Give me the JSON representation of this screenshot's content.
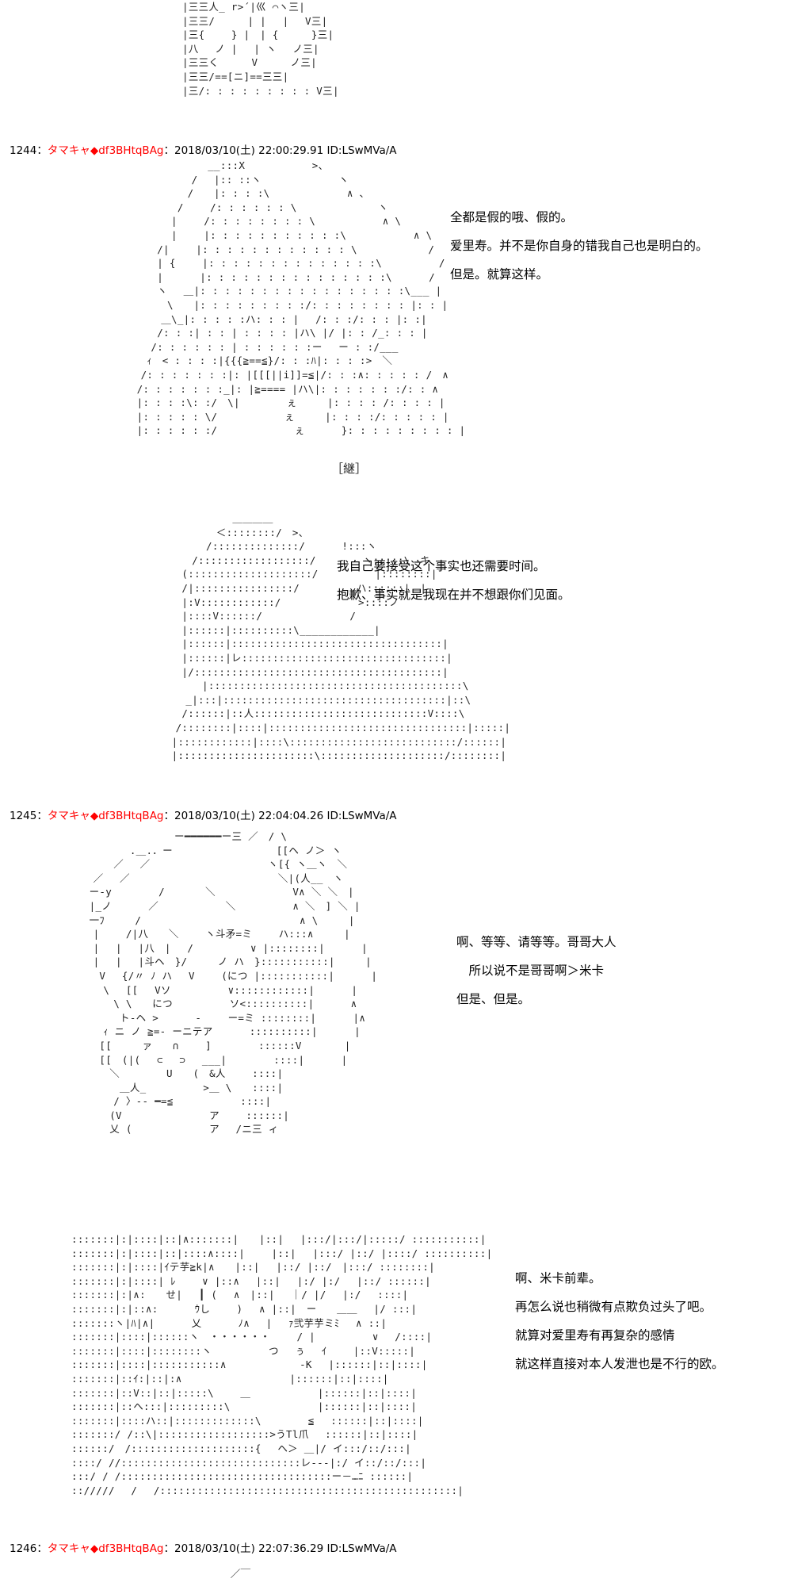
{
  "colors": {
    "name": "#ff0000",
    "text": "#000000",
    "art": "#222222"
  },
  "posts": [
    {
      "number": "1244",
      "sep": "：",
      "name": "タマキャ",
      "trip": "◆df3BHtqBAg",
      "date": "：2018/03/10(土) 22:00:29.91",
      "uid": "ID:LSwMVa/A"
    },
    {
      "number": "1245",
      "sep": "：",
      "name": "タマキャ",
      "trip": "◆df3BHtqBAg",
      "date": "：2018/03/10(土) 22:04:04.26",
      "uid": "ID:LSwMVa/A"
    },
    {
      "number": "1246",
      "sep": "：",
      "name": "タマキャ",
      "trip": "◆df3BHtqBAg",
      "date": "：2018/03/10(土) 22:07:36.29",
      "uid": "ID:LSwMVa/A"
    }
  ],
  "dialogues": {
    "d1": [
      "全都是假的哦、假的。",
      "爱里寿。并不是你自身的错我自己也是明白的。",
      "但是。就算这样。"
    ],
    "d2": [
      "我自己要接受这个事实也还需要时间。",
      "抱歉、事实就是我现在并不想跟你们见面。"
    ],
    "d3": [
      "啊、等等、请等等。哥哥大人",
      "　所以说不是哥哥啊＞米卡",
      "但是、但是。"
    ],
    "d4": [
      "啊、米卡前辈。",
      "再怎么说也稍微有点欺负过头了吧。",
      "就算对爱里寿有再复杂的感情",
      "就这样直接对本人发泄也是不行的欧。"
    ]
  },
  "tag_continue": "［継］",
  "art": {
    "a0": "|三三人_ r>´|巛 ⌒ヽ三|\n|三三/　 　 | |　 |　 V三|\n|三{　　 } |　| {　 　 }三|\n|八　 ノ |　 | ヽ　 ノ三|\n|三三く　 　 V　 　 ノ三|\n|三三/==[ニ]==三三|\n|三/: : : : : : : : : V三|",
    "a1": "　　　　　　　　 __:::X　　　　　　 >、\n　　　　　　　/ 　|:: ::ヽ　　　　　　　 ヽ\n　　　　　　 /　　|: : : :\\　　　　　　　 ∧ 、\n　　　　　 /　　 /: : : : : : \\　　　　　　　　ヽ\n　　　　　|　　 /: : : : : : : : \\　　　　　　 ∧ \\\n　　　　　|　　 |: : : : : : : : : : :\\　　　　　　 ∧ \\\n　　　 /|　　 |: : : : : : : : : : : : \\　　　　　　　/\n　　　 | {　　 |: : : : : : : : : : : : : :\\　　　　　 /\n　　　 |　　 　|: : : : : : : : : : : : : : :\\　　　 /\n　　　 ヽ　 ＿|: : : : : : : : : : : : : : : : :\\___ |\n　　　　 \\　　|: : : : : : : : :/: : : : : : : : |: : |\n　　　　＿\\_|: : : : :ハ: : : |　 /: : :/: : : |: :|\n　　　 /: : :| : : | : : : : |ハ\\ |/ |: : /_: : : |\n　　　/: : : : : : | : : : : : :ー　 ー : :/___\n　　 ｨ　< : : : :|{{{≧==≦}/: : :ﾊ|: : : :>　＼\n　　/: : : : : : :|: |[[[||i]]=≦|/: : :∧: : : : : /　∧\n　 /: : : : : : :_|: |≧==== |ハ\\|: : : : : : :/: : ∧\n　 |: : : :\\: :/　\\|　　　　 ぇ　　　|: : : : /: : : : |\n　 |: : : : : \\/　　　　　　 ぇ　　　|: : : :/: : : : : |\n　 |: : : : : :/　　　　　　　 ぇ　　　 }: : : : : : : : : |",
    "a2": "　　　　　　　 ＿＿＿＿\n　　　　　　＜::::::::/　>、\n　　　　　/::::::::::::::/　　　 !:::ヽ\n　　　 /::::::::::::::::::/　　　　 ヽ:::::\\　キ\n　　 (::::::::::::::::::::/　　　　　 |::::::::|\n　　 /|::::::::::::::::/　　　　　 ハ::::::|　|\n　　 |:V::::::::::::/　　　　　　　 >::::ノ\n　　 |::::V::::::/　　　　　　　　 /\n　　 |::::::|::::::::::\\____________|\n　　 |::::::|::::::::::::::::::::::::::::::::::|\n　　 |::::::|レ:::::::::::::::::::::::::::::::::|\n　　 |/::::::::::::::::::::::::::::::::::::::::|\n　　　　 |:::::::::::::::::::::::::::::::::::::::::\\\n　　　_|:::|::::::::::::::::::::::::::::::::::::|::\\\n　　 /::::::|::人::::::::::::::::::::::::::::V::::\\\n　　/::::::::|::::|::::::::::::::::::::::::::::::::|:::::|\n　 |::::::::::::|::::\\:::::::::::::::::::::::::::/::::::|\n　 |::::::::::::::::::::::\\::::::::::::::::::::/::::::::|",
    "a3": "　　　　　　　　　　ー━━━━━━ー三 ／　/ \\\n　　　　　 .＿.．ー 　　　　　　　　　 [[ヘ ノ＞ ヽ\n　　　　／　 ／　　　　　　　　　　　 ヽ[{ ヽ＿ヽ　＼\n　　／　 ／　　　　　　　　　　　　　　 ＼|(人__　ヽ\n　 ー-y　　　　 /　　　　＼　　　　　　　 V∧ ＼ ＼　|\n　 |_ノ　　　 ／　　　　　　 ＼　　　　　 ∧ ＼　] ＼ |\n　 一ﾌ　　　/　　　　　　　　　　　　　　　 ∧ \\　　　|\n　　|　　 /|八　　＼　　 ヽ斗矛=ミ　　 ハ:::∧　　　|\n　　|　 |　 |八　|　 /　　　　　 ∨ |::::::::|　　　 |\n　　|　 |　 |斗ヘ　}/　　　ノ ハ　}:::::::::::|　　　|\n　　 V　 {/〃 ﾉ ハ　 V　　 (につ |:::::::::::|　　　 |\n　　　\\　 [[　 Vソ　　　　　 ∨::::::::::::|　　　 |\n　　　　\\ \\　　につ　　　　　 ソ<::::::::::|　　　 ∧\n　　　　 ト-ヘ >　　　 -　　 ー=ミ ::::::::|　　　 |∧\n　　　ｨ ニ ノ ≧=- ーニテア　　　 ::::::::::|　　 　|\n　　 [[　　　ァ　　∩　　 ]　　　　 ::::::V　 　 　|\n　　 [[　(|(　 ⊂　 ⊃　 ___|　　　　 ::::|　　　 |\n　　　 ＼　　　　 U　　(　&人　　 ::::|\n　　　　 ＿人_　　　　　 >＿ \\　　::::|\n　　　　/ 〉-- ━=≦　　　　　　 ::::|\n　　　 (V　　　　　　　　 ア　　 ::::::|\n　　　 乂 (　　　　　　　 ア　 /ニ三 ィ",
    "a4": ":::::::|:|::::|::|∧:::::::|　　|::|　 |:::/|:::/|:::::/ :::::::::::|\n:::::::|:|::::|::|::::∧::::|　　 |::|　 |:::/ |::/ |::::/ ::::::::::|\n:::::::|:|::::|ｲテ芋≧k|∧　　|::|　 |::/ |::/　|:::/ ::::::::|\n:::::::|:|::::| ﾚ　　 ∨ |::∧　 |::|　 |:/ |:/　 |::/ ::::::|\n:::::::|:|∧:　　せ|　 ┃ (　 ∧　|::|　 ｜/ |/　 |:/　 ::::|\n:::::::|:|::∧:　　　 ｳし　　 )　 ∧ |::|　ー　　＿＿　 |/ :::|\n:::::::ヽ|ﾊ|∧|　　　 乂　　　 ﾉ∧　 |　 ｧ弐芋芋ミﾐ　 ∧ ::|\n:::::::|::::|::::::ヽ　・・・・・・　　 / |　　　　　 ∨　 /::::|\n:::::::|::::|::::::::ヽ　　　　　 つ　 ぅ　 ｲ　　 |::V:::::|\n:::::::|::::|:::::::::::∧　　　　　 　 -K　 |::::::|::|::::|\n:::::::|::ｲ:|::|:∧　　　　　　　　　　 |::::::|::|::::|\n:::::::|::V::|::|:::::\\　　 ＿　　　　　　 |::::::|::|::::|\n:::::::|::ヘ:::|:::::::::\\　　　　　　　　 |::::::|::|::::|\n:::::::|::::ハ::|:::::::::::::\\　　　　 ≦　 ::::::|::|::::|\n:::::::/ /::\\|::::::::::::::::::>うTl爪　 ::::::|::|::::|\n::::::/　/::::::::::::::::::::{ 　ヘ＞ ＿|/ イ:::/::/:::|\n::::/ //:::::::::::::::::::::::::::::レ---|:/ イ::/::/:::|\n:::/ / /::::::::::::::::::::::::::::::::::ー－…ﾆ ::::::|\n:://///　 /　 /::::::::::::::::::::::::::::::::::::::::::::::::|",
    "a5": "　／￣"
  }
}
